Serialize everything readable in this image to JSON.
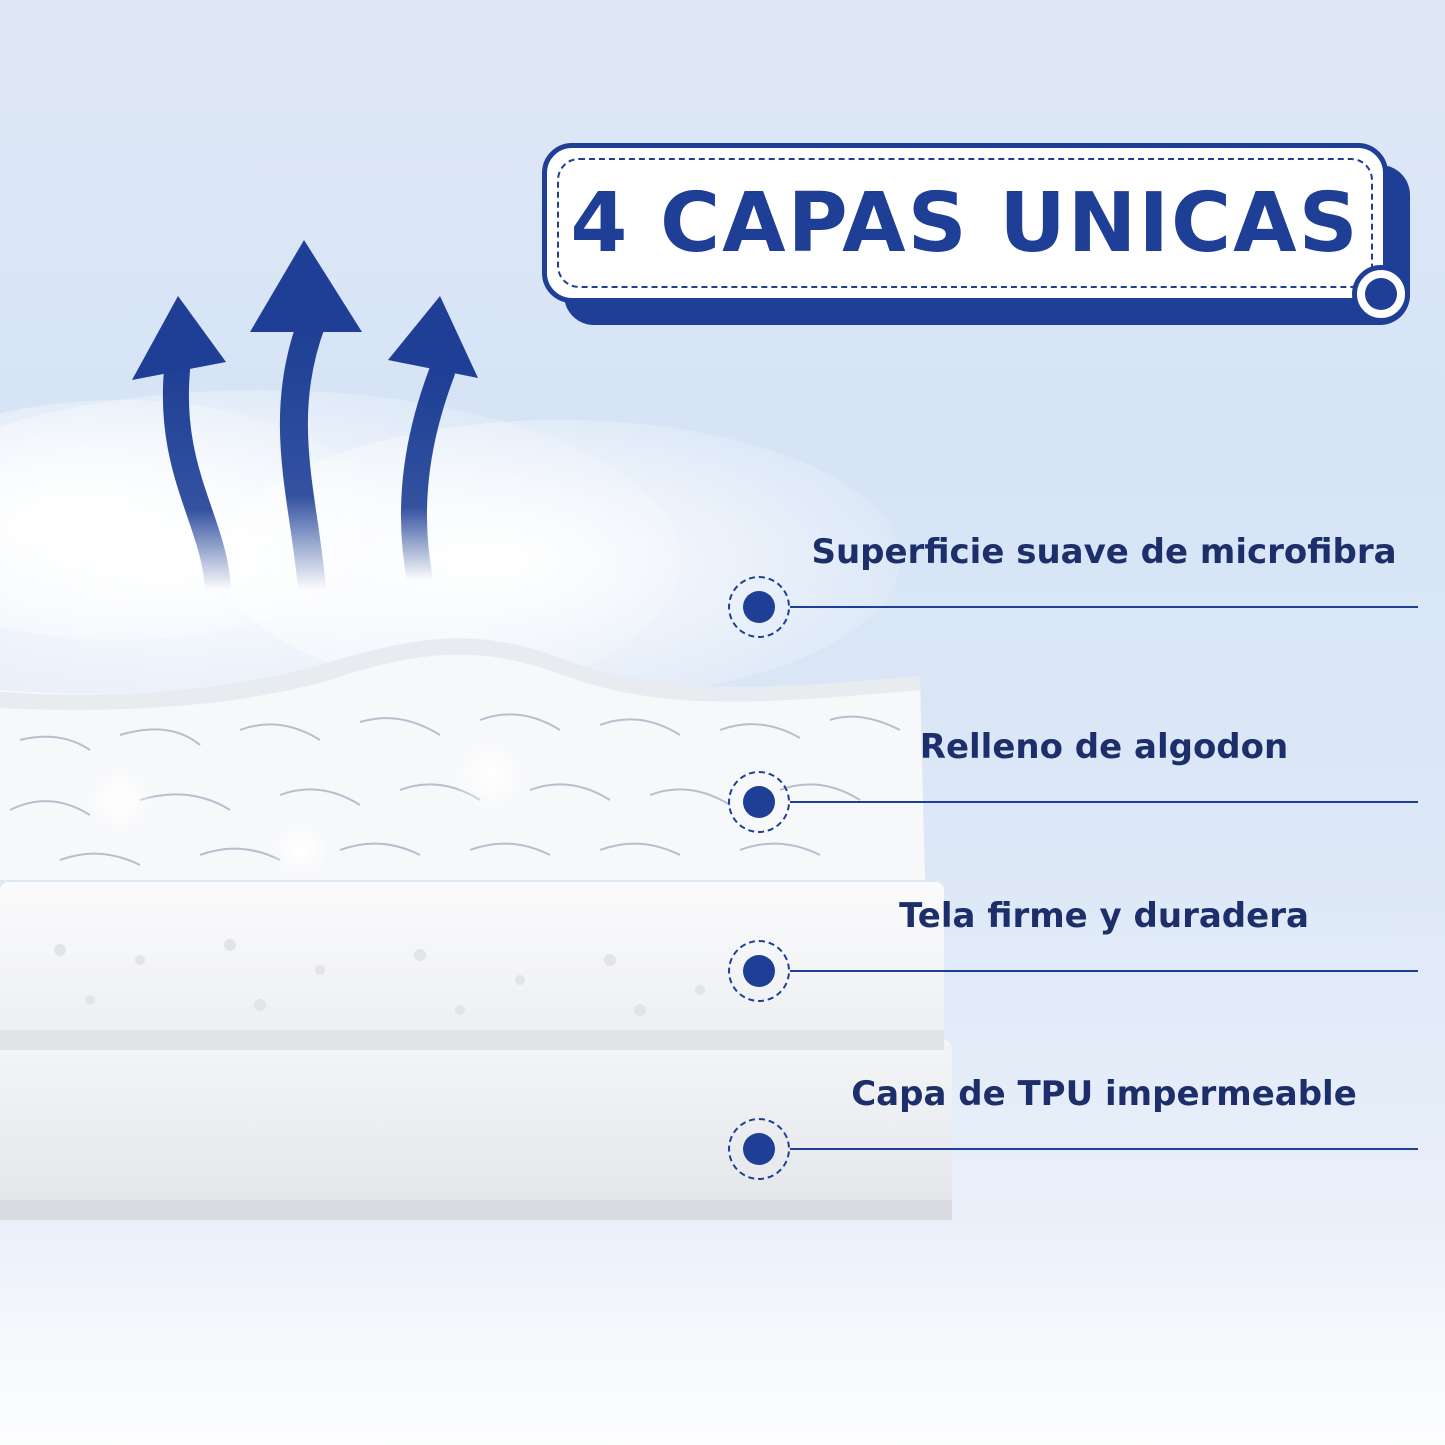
{
  "title": "4 CAPAS UNICAS",
  "layers": [
    {
      "label": "Superficie suave de microfibra"
    },
    {
      "label": "Relleno de algodon"
    },
    {
      "label": "Tela firme y duradera"
    },
    {
      "label": "Capa de TPU impermeable"
    }
  ],
  "colors": {
    "brand": "#1e3f95",
    "text": "#1c2f6b",
    "background": "#dbe6f6"
  },
  "icons": [
    "airflow-arrow-icon",
    "layer-marker-icon"
  ]
}
